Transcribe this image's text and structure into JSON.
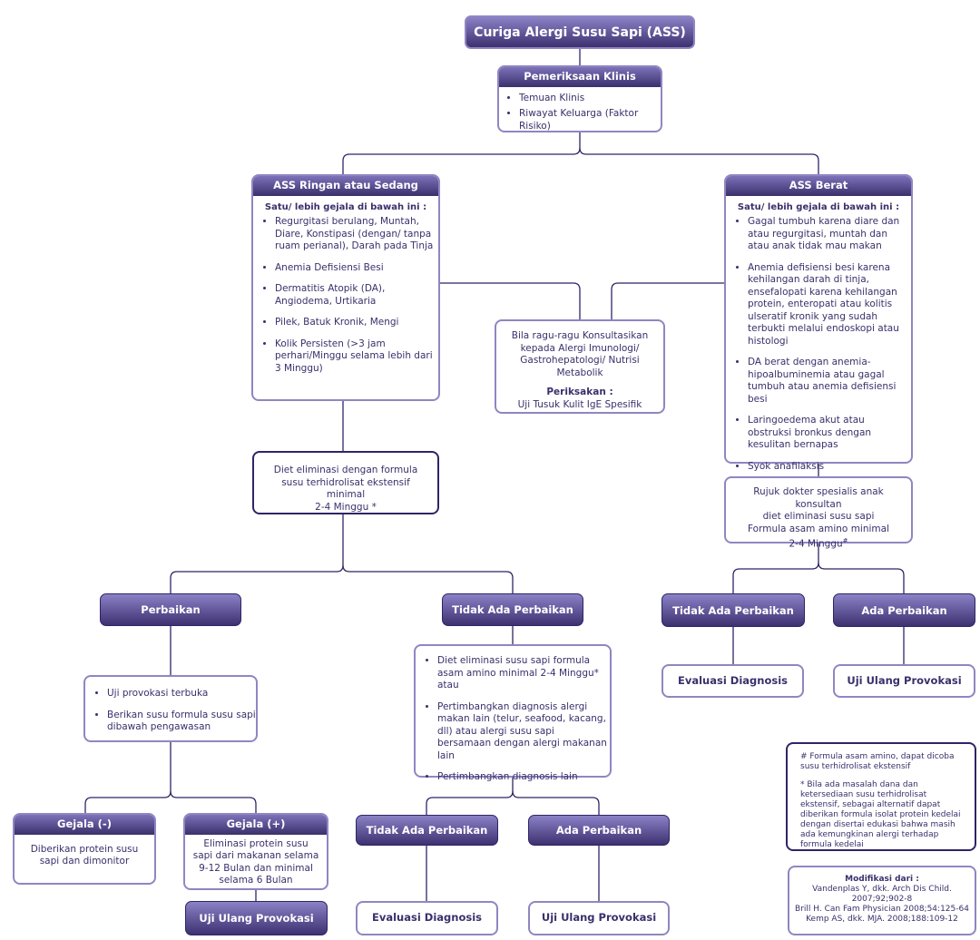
{
  "title": "Curiga Alergi Susu Sapi (ASS)",
  "clinical": {
    "header": "Pemeriksaan Klinis",
    "items": [
      "Temuan Klinis",
      "Riwayat Keluarga (Faktor Risiko)"
    ]
  },
  "mild": {
    "header": "ASS Ringan atau Sedang",
    "subheader": "Satu/ lebih gejala di bawah ini :",
    "items": [
      "Regurgitasi berulang, Muntah, Diare, Konstipasi (dengan/ tanpa ruam perianal), Darah pada Tinja",
      "Anemia Defisiensi Besi",
      "Dermatitis Atopik (DA), Angiodema, Urtikaria",
      "Pilek, Batuk Kronik, Mengi",
      "Kolik Persisten (>3 jam perhari/Minggu selama lebih dari 3 Minggu)"
    ]
  },
  "severe": {
    "header": "ASS Berat",
    "subheader": "Satu/ lebih gejala di bawah ini :",
    "items": [
      "Gagal tumbuh karena diare dan atau regurgitasi, muntah dan atau anak tidak mau makan",
      "Anemia defisiensi besi karena kehilangan darah di tinja, ensefalopati karena kehilangan protein, enteropati atau kolitis ulseratif kronik yang sudah terbukti melalui endoskopi atau histologi",
      "DA berat dengan anemia-hipoalbuminemia atau gagal tumbuh atau anemia defisiensi besi",
      "Laringoedema akut atau obstruksi bronkus dengan kesulitan bernapas",
      "Syok anafilaksis"
    ]
  },
  "consult": {
    "text": "Bila ragu-ragu Konsultasikan kepada Alergi Imunologi/ Gastrohepatologi/ Nutrisi Metabolik",
    "check_label": "Periksakan :",
    "check_text": "Uji Tusuk Kulit IgE Spesifik"
  },
  "diet_mild": {
    "text": "Diet eliminasi dengan formula susu terhidrolisat ekstensif minimal",
    "duration": "2-4 Minggu *"
  },
  "refer": {
    "lines": [
      "Rujuk dokter spesialis anak konsultan",
      "diet eliminasi susu sapi",
      "Formula asam amino minimal"
    ],
    "duration": "2-4 Minggu",
    "mark": "#"
  },
  "left_branch": {
    "improve": "Perbaikan",
    "no_improve": "Tidak Ada Perbaikan",
    "improve_items": [
      "Uji provokasi terbuka",
      "Berikan susu formula susu sapi dibawah pengawasan"
    ],
    "no_improve_items": [
      "Diet eliminasi susu sapi formula asam amino minimal 2-4 Minggu* atau",
      "Pertimbangkan diagnosis alergi makan lain (telur, seafood, kacang, dll) atau alergi susu sapi bersamaan dengan alergi makanan lain",
      "Pertimbangkan diagnosis lain"
    ],
    "neg_symptom": "Gejala (-)",
    "pos_symptom": "Gejala (+)",
    "neg_text": "Diberikan protein susu sapi dan dimonitor",
    "pos_text": "Eliminasi protein susu sapi dari makanan selama 9-12 Bulan dan minimal selama 6 Bulan",
    "retest": "Uji Ulang Provokasi",
    "no_improve2": "Tidak Ada Perbaikan",
    "improve2": "Ada Perbaikan",
    "eval": "Evaluasi Diagnosis",
    "retest2": "Uji Ulang Provokasi"
  },
  "right_branch": {
    "no_improve": "Tidak Ada Perbaikan",
    "improve": "Ada Perbaikan",
    "eval": "Evaluasi Diagnosis",
    "retest": "Uji Ulang Provokasi"
  },
  "notes": {
    "hash_note": "# Formula asam amino, dapat dicoba susu terhidrolisat ekstensif",
    "star_note": "* Bila ada masalah dana dan ketersediaan susu terhidrolisat ekstensif, sebagai alternatif dapat diberikan formula isolat protein kedelai  dengan disertai edukasi bahwa masih ada kemungkinan alergi terhadap formula kedelai"
  },
  "refs": {
    "title": "Modifikasi dari :",
    "lines": [
      "Vandenplas  Y, dkk. Arch Dis Child.",
      "2007;92;902-8",
      "Brill H. Can Fam Physician 2008;54:125-64",
      "Kemp AS, dkk. MJA. 2008;188:109-12"
    ]
  },
  "colors": {
    "primary": "#3b2f6b",
    "accent": "#7c72b9",
    "border": "#8f86c2"
  }
}
